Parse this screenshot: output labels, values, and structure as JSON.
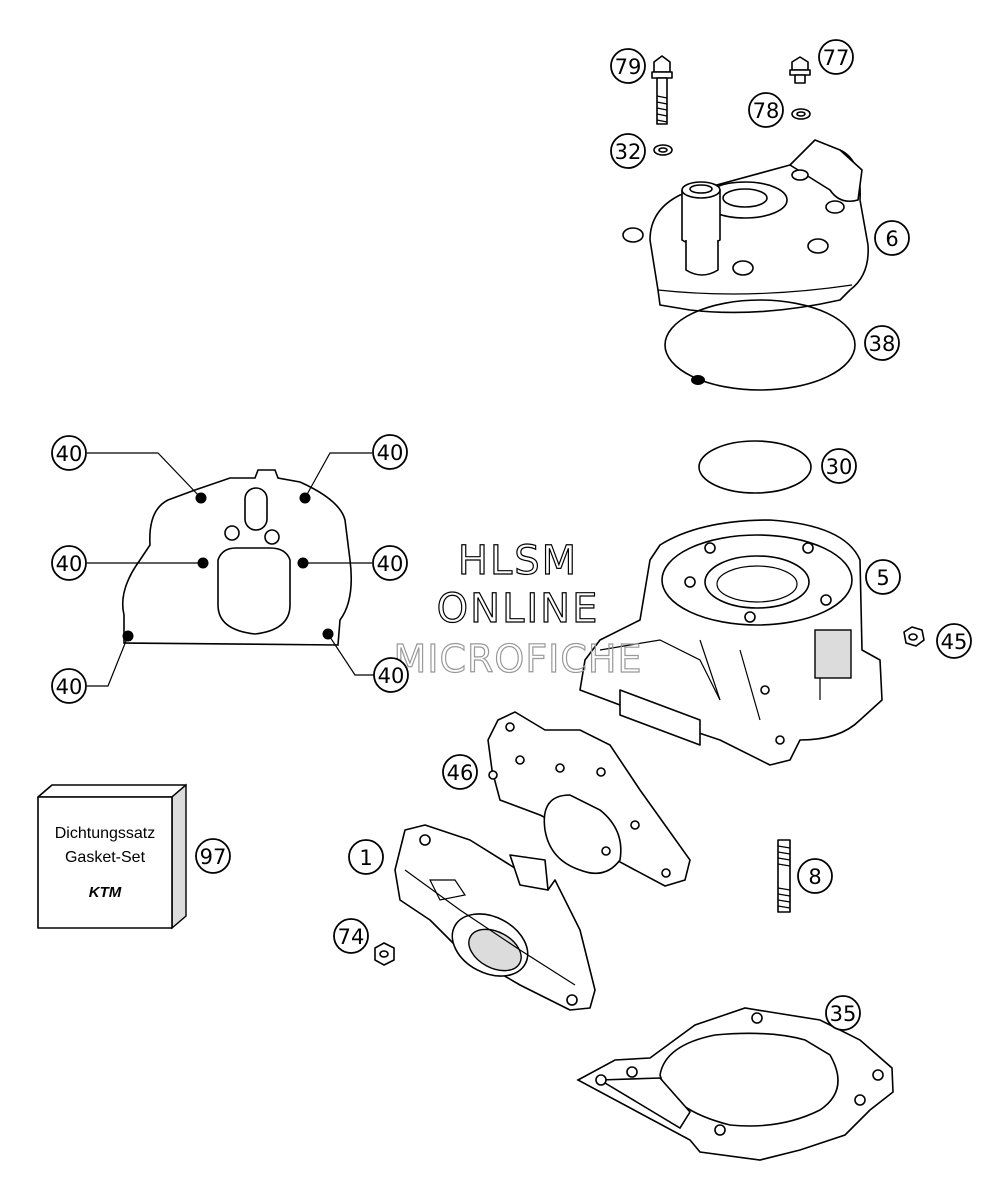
{
  "callouts": {
    "c79": "79",
    "c77": "77",
    "c78": "78",
    "c32": "32",
    "c6": "6",
    "c38": "38",
    "c30": "30",
    "c5": "5",
    "c45": "45",
    "c40a": "40",
    "c40b": "40",
    "c40c": "40",
    "c40d": "40",
    "c40e": "40",
    "c40f": "40",
    "c46": "46",
    "c1": "1",
    "c97": "97",
    "c74": "74",
    "c8": "8",
    "c35": "35"
  },
  "kit": {
    "line1": "Dichtungssatz",
    "line2": "Gasket-Set",
    "logo": "KTM"
  },
  "watermark": {
    "line1": "HLSM",
    "line2": "ONLINE",
    "line3": "MICROFICHE"
  }
}
